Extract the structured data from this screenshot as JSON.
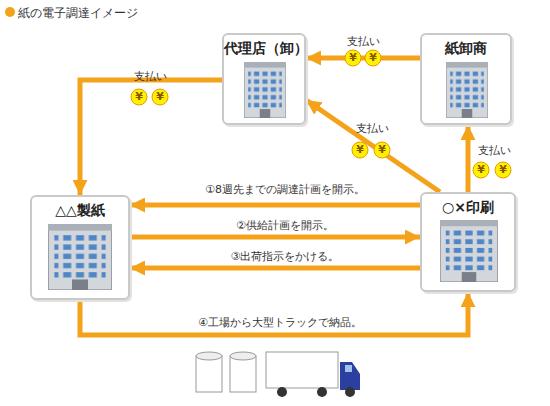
{
  "diagram": {
    "title": "紙の電子調達イメージ",
    "nodes": [
      {
        "text": [
          "代理店（卸）"
        ]
      },
      {
        "text": [
          "紙卸商"
        ]
      },
      {
        "text": [
          "△△製紙"
        ]
      },
      {
        "text": [
          "○×印刷"
        ]
      }
    ],
    "edges": [
      {
        "from": 1,
        "to": 0,
        "label": "支払い",
        "arrow": "to"
      },
      {
        "from": 0,
        "to": 2,
        "label": "支払い",
        "arrow": "to"
      },
      {
        "from": 3,
        "to": 0,
        "label": "支払い",
        "arrow": "to"
      },
      {
        "from": 3,
        "to": 1,
        "label": "支払い",
        "arrow": "to"
      },
      {
        "from": 3,
        "to": 2,
        "label": "①8週先までの調達計画を開示。",
        "arrow": "to"
      },
      {
        "from": 2,
        "to": 3,
        "label": "②供給計画を開示。",
        "arrow": "to"
      },
      {
        "from": 3,
        "to": 2,
        "label": "③出荷指示をかける。",
        "arrow": "to"
      },
      {
        "from": 2,
        "to": 3,
        "label": "④工場から大型トラックで納品。",
        "arrow": "to"
      }
    ],
    "labels": [
      "¥",
      "¥",
      "¥",
      "¥",
      "¥",
      "¥",
      "¥",
      "¥"
    ]
  }
}
